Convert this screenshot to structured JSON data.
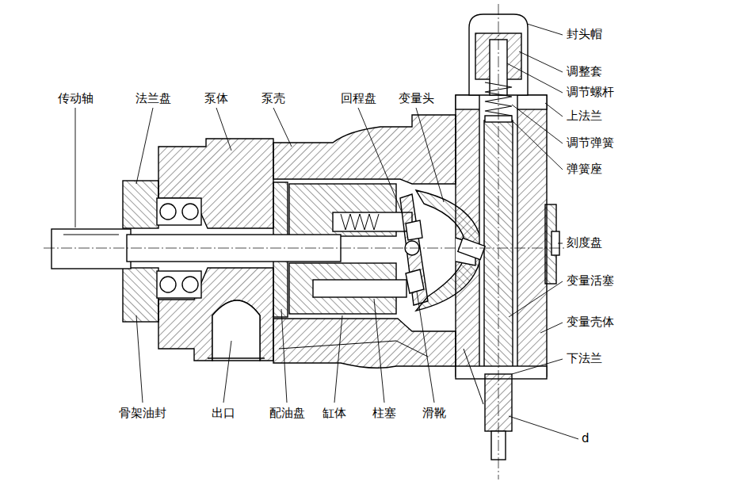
{
  "diagram": {
    "labels": [
      "传动轴",
      "法兰盘",
      "泵体",
      "泵壳",
      "回程盘",
      "变量头",
      "封头帽",
      "调整套",
      "调节螺杆",
      "上法兰",
      "调节弹簧",
      "弹簧座",
      "刻度盘",
      "变量活塞",
      "变量壳体",
      "下法兰",
      "d",
      "骨架油封",
      "出口",
      "配油盘",
      "缸体",
      "柱塞",
      "滑靴"
    ]
  }
}
